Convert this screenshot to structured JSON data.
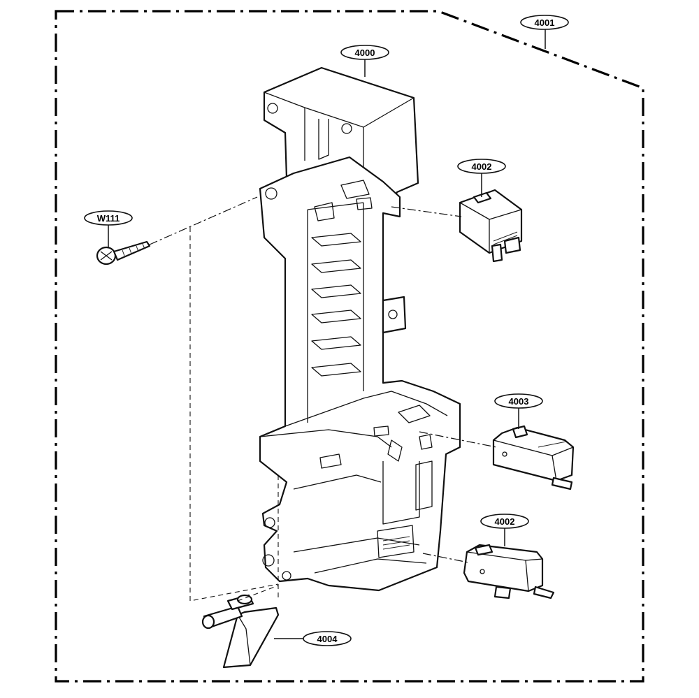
{
  "callouts": {
    "assembly": "4001",
    "latch_board": "4000",
    "switch_upper": "4002",
    "screw": "W111",
    "switch_middle": "4003",
    "switch_lower": "4002",
    "lever": "4004"
  }
}
